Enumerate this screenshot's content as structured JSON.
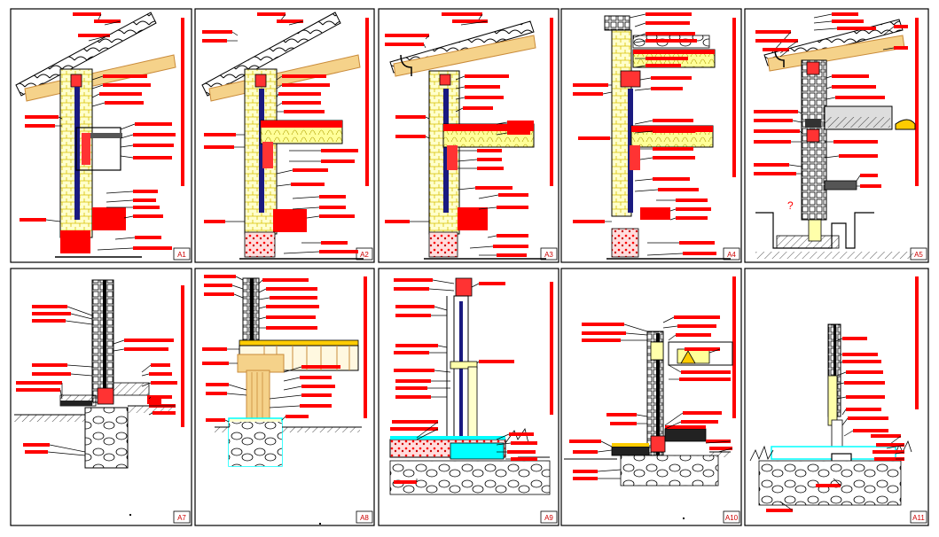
{
  "sheet": {
    "panels": [
      {
        "id": "A1",
        "label": "A1"
      },
      {
        "id": "A2",
        "label": "A2"
      },
      {
        "id": "A3",
        "label": "A3"
      },
      {
        "id": "A4",
        "label": "A4"
      },
      {
        "id": "A5",
        "label": "A5",
        "note": "?"
      },
      {
        "id": "A7",
        "label": "A7"
      },
      {
        "id": "A8",
        "label": "A8"
      },
      {
        "id": "A9",
        "label": "A9"
      },
      {
        "id": "A10",
        "label": "A10"
      },
      {
        "id": "A11",
        "label": "A11"
      }
    ]
  },
  "colors": {
    "annotation_red": "#ff0000",
    "masonry_yellow": "#ffff00",
    "insulation_yellow": "#ffff66",
    "timber": "#f5d28a",
    "timber_dark": "#c98b3a",
    "concrete_gray": "#808080",
    "outline": "#000000",
    "membrane_cyan": "#00ffff",
    "gravel": "#ff3333"
  }
}
